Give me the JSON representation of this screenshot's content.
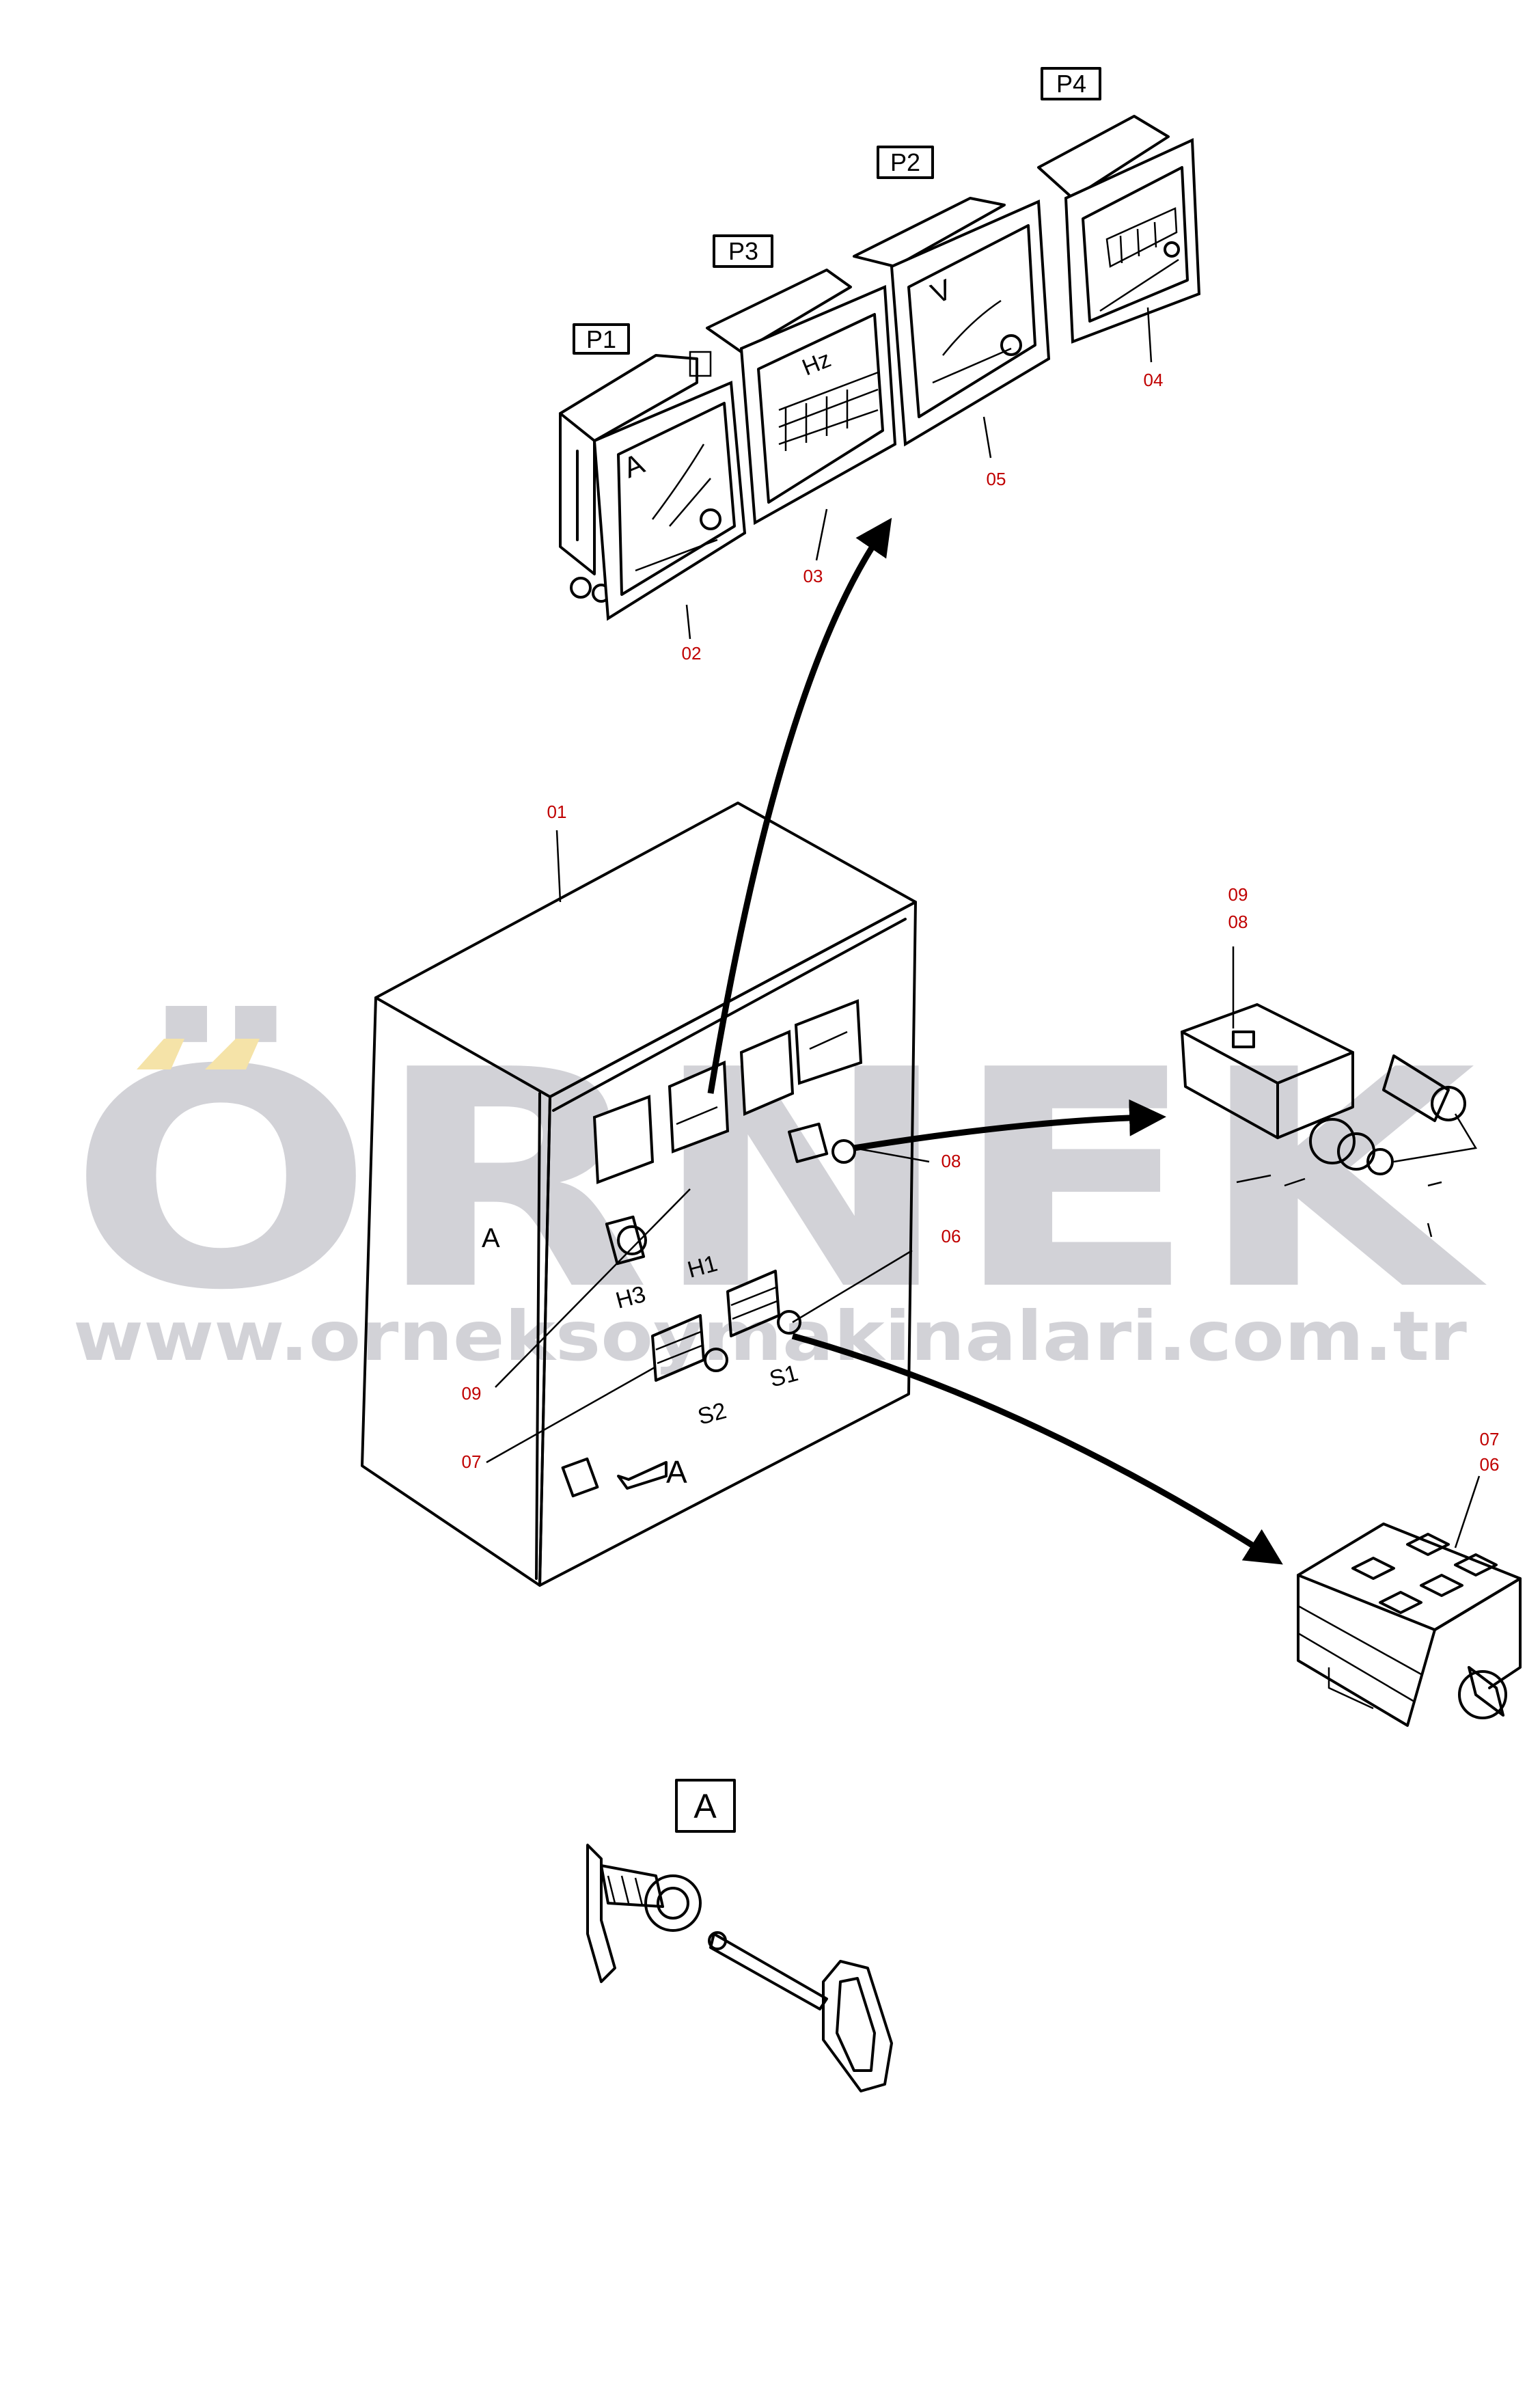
{
  "watermark": {
    "brand": "ÖRNEK",
    "url": "www.orneksoymakinalari.com.tr",
    "colors": {
      "text": "#d2d2d7",
      "dots": "#f5e3a8"
    }
  },
  "meters": {
    "p1": {
      "tag": "P1",
      "unit": "A",
      "ref": "02"
    },
    "p3": {
      "tag": "P3",
      "unit": "Hz",
      "ref": "03"
    },
    "p2": {
      "tag": "P2",
      "unit": "V",
      "ref": "05"
    },
    "p4": {
      "tag": "P4",
      "ref": "04"
    }
  },
  "cabinet": {
    "ref": "01",
    "labels": {
      "h3": "H3",
      "h1": "H1",
      "s2": "S2",
      "s1": "S1",
      "view_a": "A",
      "door_a": "A"
    }
  },
  "callouts": {
    "c09a": "09",
    "c08a": "08",
    "c08b": "08",
    "c06a": "06",
    "c09b": "09",
    "c07a": "07",
    "c07b": "07",
    "c06b": "06"
  },
  "detail_a": {
    "tag": "A"
  },
  "colors": {
    "ref_numbers": "#c00000",
    "lines": "#000000"
  }
}
